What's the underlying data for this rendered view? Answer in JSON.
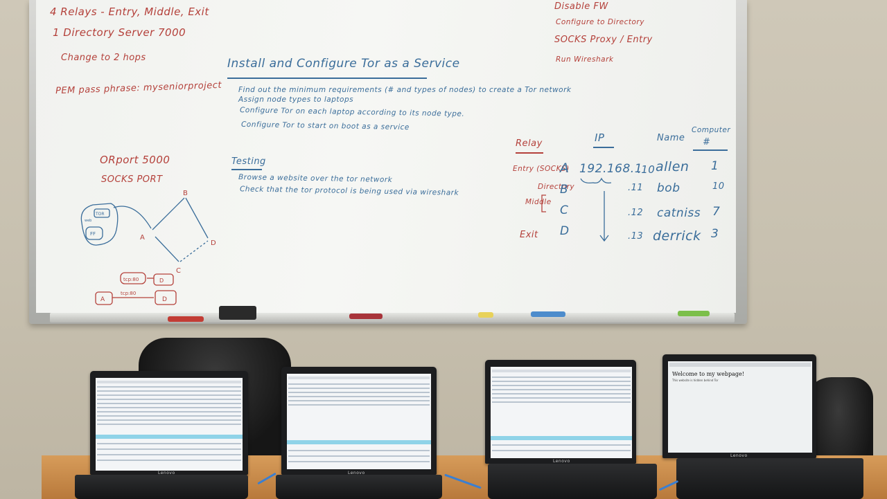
{
  "whiteboard": {
    "top_left": {
      "line1": "4  Relays - Entry, Middle, Exit",
      "line2": "1  Directory Server  7000",
      "line3": "Change to 2 hops",
      "pem": "PEM  pass phrase: myseniorproject"
    },
    "top_right": {
      "line1": "Disable FW",
      "line2": "Configure to Directory",
      "line3": "SOCKS Proxy / Entry",
      "line4": "Run Wireshark"
    },
    "install": {
      "heading": "Install and Configure Tor as a Service",
      "items": [
        "Find out the minimum requirements (# and types of nodes) to create a Tor network",
        "Assign node types to laptops",
        "Configure Tor on each laptop according to its node type.",
        "Configure Tor to start on boot as a service"
      ]
    },
    "testing": {
      "heading": "Testing",
      "items": [
        "Browse a website over the tor network",
        "Check that the tor protocol is being used via wireshark"
      ]
    },
    "ports": {
      "orport": "ORport 5000",
      "socks": "SOCKS PORT"
    },
    "diagram": {
      "node_a": "A",
      "node_b": "B",
      "node_c": "C",
      "node_d": "D",
      "box_tor": "TOR",
      "box_web": "web",
      "box_ff": "FF",
      "hop1": "tcp:80",
      "hop2": "tcp:80",
      "end_a": "A",
      "end_d1": "D",
      "end_d2": "D"
    },
    "table": {
      "col_relay": "Relay",
      "col_ip": "IP",
      "col_name": "Name",
      "col_computer_1": "Computer",
      "col_computer_2": "#",
      "ip_prefix": "192.168.1",
      "rows": [
        {
          "role": "Entry (SOCKS)",
          "relay": "A",
          "ip": ".10",
          "name": "allen",
          "computer": "1"
        },
        {
          "role": "Directory",
          "relay": "B",
          "ip": ".11",
          "name": "bob",
          "computer": "10"
        },
        {
          "role": "Middle",
          "relay": "C",
          "ip": ".12",
          "name": "catniss",
          "computer": "7"
        },
        {
          "role": "Exit",
          "relay": "D",
          "ip": ".13",
          "name": "derrick",
          "computer": "3"
        }
      ]
    }
  },
  "laptops": {
    "brand": "Lenovo",
    "webpage_title": "Welcome to my webpage!",
    "webpage_sub": "This website is hidden behind Tor"
  },
  "colors": {
    "red_marker": "#b4403a",
    "blue_marker": "#3a6d9a",
    "wireshark_highlight": "#8fd3e8",
    "desk": "#c98a48"
  }
}
